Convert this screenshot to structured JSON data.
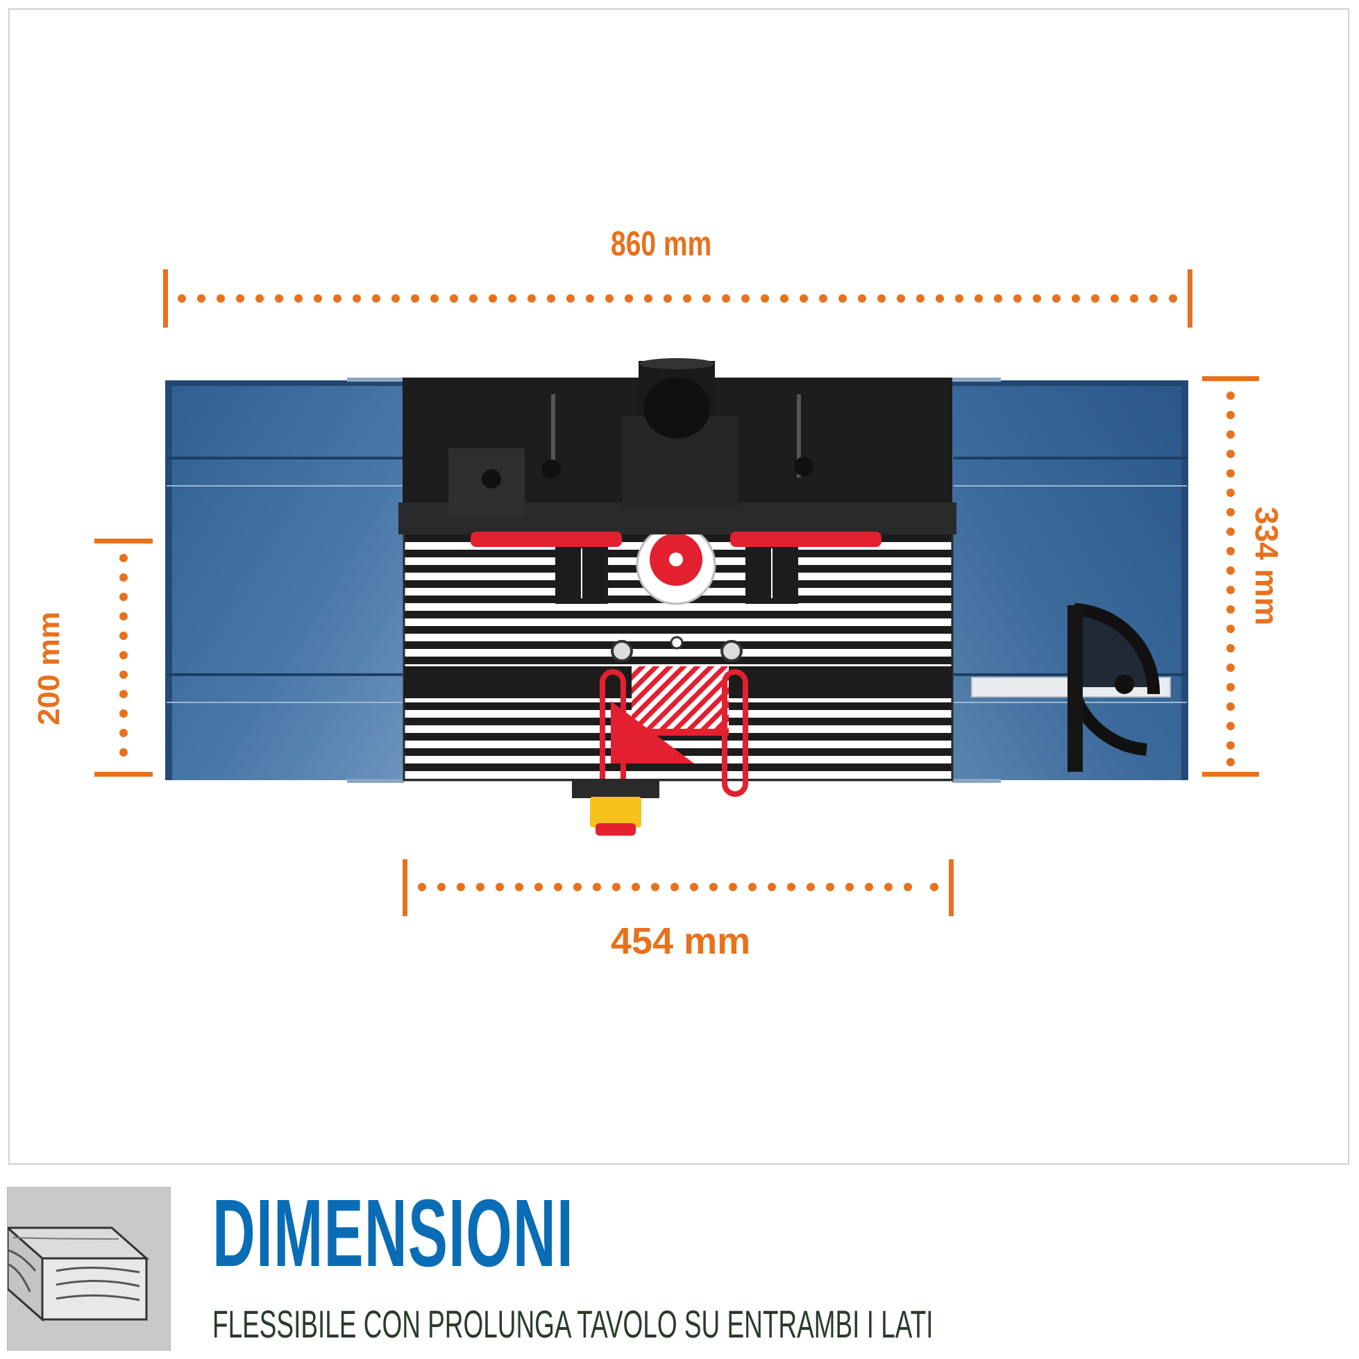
{
  "dimensions": {
    "width_total": "860 mm",
    "width_table": "454 mm",
    "depth_extension": "200 mm",
    "depth_total": "334 mm"
  },
  "footer": {
    "title": "DIMENSIONI",
    "subtitle": "FLESSIBILE CON PROLUNGA TAVOLO SU ENTRAMBI I LATI",
    "icon": "wood-plank-icon"
  },
  "colors": {
    "accent_orange": "#e8711c",
    "brand_blue": "#0a6cb5",
    "extension_blue": "#2e5f8f",
    "fence_red": "#e2202f"
  }
}
